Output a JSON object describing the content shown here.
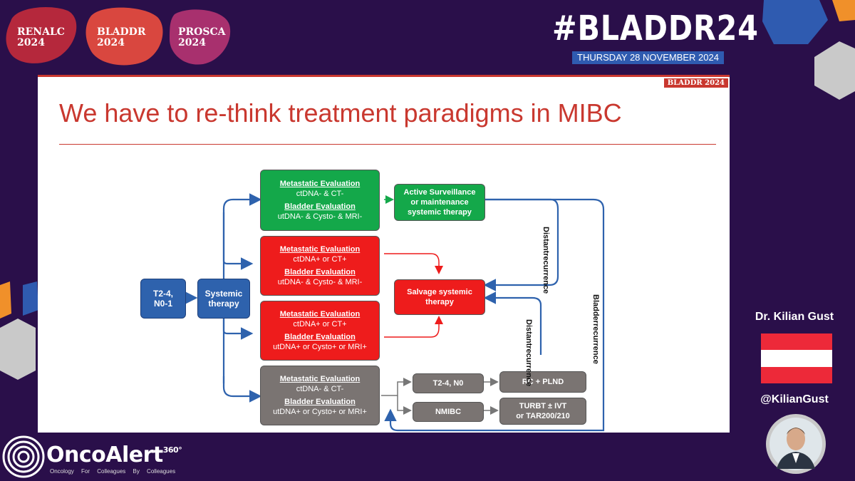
{
  "events": [
    {
      "line1": "RENALC",
      "line2": "2024"
    },
    {
      "line1": "BLADDR",
      "line2": "2024"
    },
    {
      "line1": "PROSCA",
      "line2": "2024"
    }
  ],
  "header": {
    "hashtag": "#BLADDR24",
    "date": "THURSDAY 28 NOVEMBER 2024"
  },
  "slide": {
    "tag": "BLADDR 2024",
    "title": "We have to re-think treatment paradigms in MIBC",
    "start": {
      "line1": "T2-4,",
      "line2": "N0-1"
    },
    "systemic": {
      "line1": "Systemic",
      "line2": "therapy"
    },
    "box1": {
      "met_head": "Metastatic Evaluation",
      "met_val": "ctDNA- & CT-",
      "bladder_head": "Bladder Evaluation",
      "bladder_val": "utDNA- & Cysto- & MRI-"
    },
    "box2": {
      "met_head": "Metastatic Evaluation",
      "met_val": "ctDNA+ or CT+",
      "bladder_head": "Bladder Evaluation",
      "bladder_val": "utDNA- & Cysto- & MRI-"
    },
    "box3": {
      "met_head": "Metastatic Evaluation",
      "met_val": "ctDNA+ or CT+",
      "bladder_head": "Bladder Evaluation",
      "bladder_val": "utDNA+ or Cysto+ or MRI+"
    },
    "box4": {
      "met_head": "Metastatic Evaluation",
      "met_val": "ctDNA- & CT-",
      "bladder_head": "Bladder Evaluation",
      "bladder_val": "utDNA+ or Cysto+ or MRI+"
    },
    "active": {
      "line1": "Active Surveillance",
      "line2": "or maintenance",
      "line3": "systemic therapy"
    },
    "salvage": {
      "line1": "Salvage systemic",
      "line2": "therapy"
    },
    "t2n0": "T2-4, N0",
    "nmibc": "NMIBC",
    "rc": "RC + PLND",
    "turbt": {
      "line1": "TURBT ± IVT",
      "line2": "or TAR200/210"
    },
    "distant1": {
      "line1": "Distant",
      "line2": "recurrence"
    },
    "distant2": {
      "line1": "Distant",
      "line2": "recurrence"
    },
    "bladder_rec": {
      "line1": "Bladder",
      "line2": "recurrence"
    }
  },
  "speaker": {
    "name": "Dr. Kilian Gust",
    "handle": "@KilianGust"
  },
  "brand": {
    "name": "OncoAlert",
    "super": "360°",
    "tagline": "Oncology   For Colleagues   By Colleagues"
  },
  "colors": {
    "background": "#2a0f4a",
    "accent_red": "#c9382f",
    "arrow_blue": "#2e62ad",
    "green_box": "#14a84a",
    "red_box": "#ee1c1c",
    "grey_box": "#7a7472"
  }
}
